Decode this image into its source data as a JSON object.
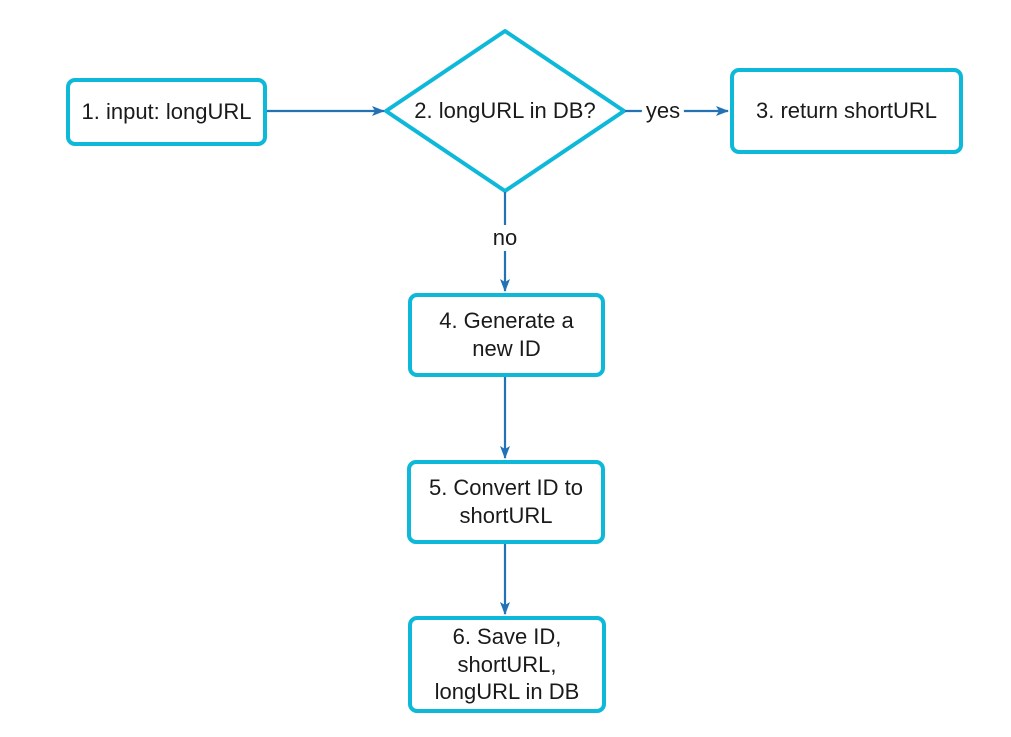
{
  "flowchart": {
    "nodes": {
      "n1": {
        "lines": [
          "1. input: longURL"
        ]
      },
      "n2": {
        "lines": [
          "2. longURL in DB?"
        ]
      },
      "n3": {
        "lines": [
          "3. return shortURL"
        ]
      },
      "n4": {
        "lines": [
          "4. Generate a",
          "new ID"
        ]
      },
      "n5": {
        "lines": [
          "5. Convert ID to",
          "shortURL"
        ]
      },
      "n6": {
        "lines": [
          "6. Save ID,",
          "shortURL,",
          "longURL in DB"
        ]
      }
    },
    "edge_labels": {
      "yes": "yes",
      "no": "no"
    },
    "colors": {
      "node_border": "#0db8d8",
      "arrow": "#2272b5",
      "text": "#1a1a1a",
      "background": "#ffffff"
    }
  }
}
